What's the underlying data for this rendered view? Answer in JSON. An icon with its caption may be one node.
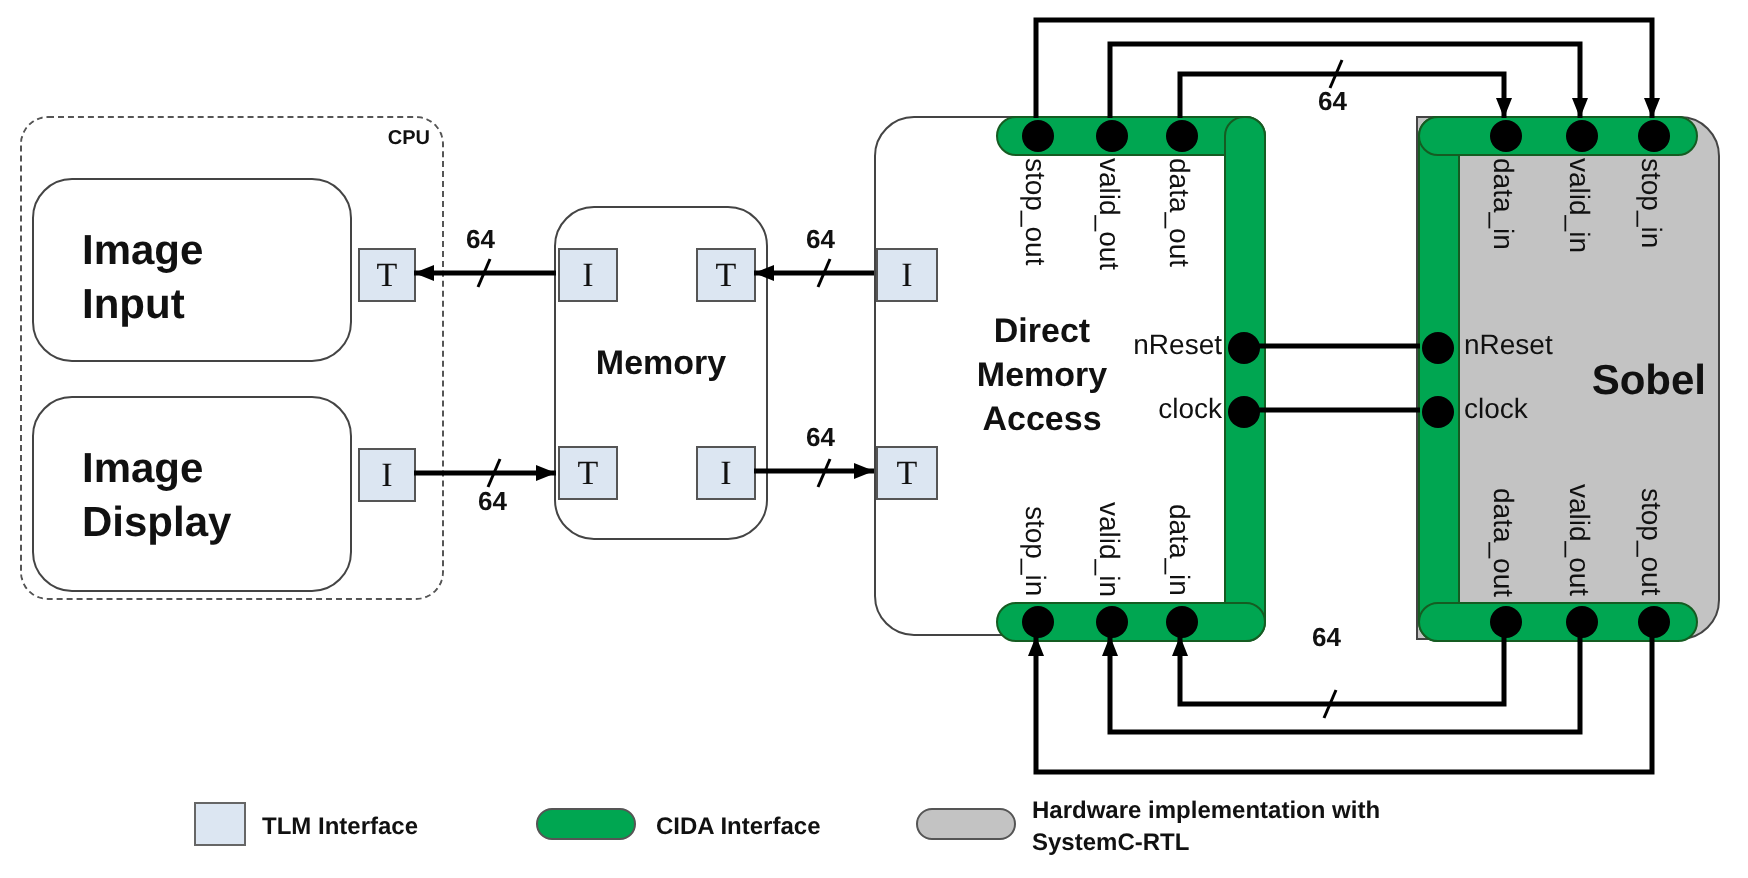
{
  "diagram": {
    "nodes": [
      {
        "text": [
          "CPU"
        ]
      },
      {
        "text": [
          "Image Input"
        ],
        "in": 0
      },
      {
        "text": [
          "T"
        ],
        "in": 0
      },
      {
        "text": [
          "Image Display"
        ],
        "in": 0
      },
      {
        "text": [
          "I"
        ],
        "in": 0
      },
      {
        "text": [
          "Memory"
        ]
      },
      {
        "text": [
          "I"
        ],
        "in": 5
      },
      {
        "text": [
          "T"
        ],
        "in": 5
      },
      {
        "text": [
          "T"
        ],
        "in": 5
      },
      {
        "text": [
          "I"
        ],
        "in": 5
      },
      {
        "text": [
          "Direct Memory Access"
        ]
      },
      {
        "text": [
          "I"
        ],
        "in": 10
      },
      {
        "text": [
          "T"
        ],
        "in": 10
      },
      {
        "text": [],
        "shape": "circle",
        "beside": [
          "stop_out"
        ],
        "in": 10
      },
      {
        "text": [],
        "shape": "circle",
        "beside": [
          "valid_out"
        ],
        "in": 10
      },
      {
        "text": [],
        "shape": "circle",
        "beside": [
          "data_out"
        ],
        "in": 10
      },
      {
        "text": [],
        "shape": "circle",
        "beside": [
          "nReset"
        ],
        "in": 10
      },
      {
        "text": [],
        "shape": "circle",
        "beside": [
          "clock"
        ],
        "in": 10
      },
      {
        "text": [],
        "shape": "circle",
        "beside": [
          "stop_in"
        ],
        "in": 10
      },
      {
        "text": [],
        "shape": "circle",
        "beside": [
          "valid_in"
        ],
        "in": 10
      },
      {
        "text": [],
        "shape": "circle",
        "beside": [
          "data_in"
        ],
        "in": 10
      },
      {
        "text": [
          "Sobel"
        ]
      },
      {
        "text": [],
        "shape": "circle",
        "beside": [
          "data_in"
        ],
        "in": 21
      },
      {
        "text": [],
        "shape": "circle",
        "beside": [
          "valid_in"
        ],
        "in": 21
      },
      {
        "text": [],
        "shape": "circle",
        "beside": [
          "stop_in"
        ],
        "in": 21
      },
      {
        "text": [],
        "shape": "circle",
        "beside": [
          "nReset"
        ],
        "in": 21
      },
      {
        "text": [],
        "shape": "circle",
        "beside": [
          "clock"
        ],
        "in": 21
      },
      {
        "text": [],
        "shape": "circle",
        "beside": [
          "data_out"
        ],
        "in": 21
      },
      {
        "text": [],
        "shape": "circle",
        "beside": [
          "valid_out"
        ],
        "in": 21
      },
      {
        "text": [],
        "shape": "circle",
        "beside": [
          "stop_out"
        ],
        "in": 21
      }
    ],
    "edges": [
      {
        "from": 6,
        "to": 2,
        "arrow": "to",
        "label": "64"
      },
      {
        "from": 4,
        "to": 8,
        "arrow": "to",
        "label": "64"
      },
      {
        "from": 11,
        "to": 7,
        "arrow": "to",
        "label": "64"
      },
      {
        "from": 9,
        "to": 12,
        "arrow": "to",
        "label": "64"
      },
      {
        "from": 13,
        "to": 24,
        "arrow": "to"
      },
      {
        "from": 14,
        "to": 23,
        "arrow": "to"
      },
      {
        "from": 15,
        "to": 22,
        "arrow": "to",
        "label": "64"
      },
      {
        "from": 16,
        "to": 25,
        "arrow": "none"
      },
      {
        "from": 17,
        "to": 26,
        "arrow": "none"
      },
      {
        "from": 27,
        "to": 20,
        "arrow": "to",
        "label": "64"
      },
      {
        "from": 28,
        "to": 19,
        "arrow": "to"
      },
      {
        "from": 29,
        "to": 18,
        "arrow": "to"
      }
    ],
    "legend": [
      {
        "text": "TLM Interface",
        "color": "#dce6f2"
      },
      {
        "text": "CIDA Interface",
        "color": "#00a651"
      },
      {
        "text": "Hardware implementation with SystemC-RTL",
        "color": "#c3c3c3"
      }
    ]
  }
}
